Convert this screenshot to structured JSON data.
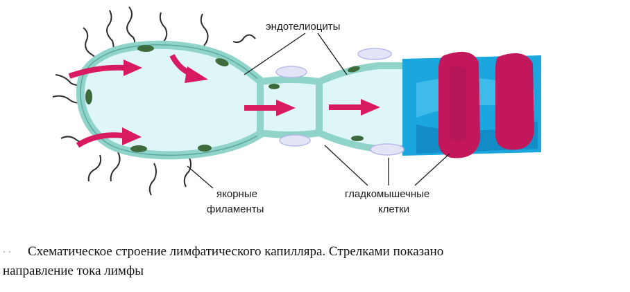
{
  "labels": {
    "endothelial": "эндотелиоциты",
    "anchor_line1": "якорные",
    "anchor_line2": "филаменты",
    "smooth_line1": "гладкомышечные",
    "smooth_line2": "клетки"
  },
  "caption": {
    "figure_mark": ". .",
    "line1": "Схематическое строение лимфатического капилляра. Стрелками показано",
    "line2": "направление тока лимфы"
  },
  "colors": {
    "vessel_fill": "#dff6f8",
    "endothelium": "#8fd3c9",
    "nucleus": "#3d6b3c",
    "arrow": "#d81b60",
    "valve_ring": "#e3e4f7",
    "vessel_blue": "#1ba7de",
    "muscle": "#c2185b",
    "filament": "#2b2b2b"
  }
}
